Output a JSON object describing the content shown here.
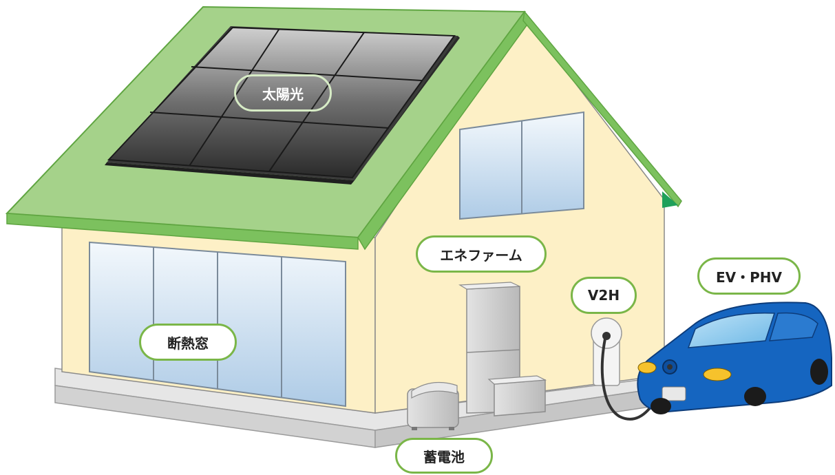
{
  "labels": {
    "solar": "太陽光",
    "ene_farm": "エネファーム",
    "v2h": "V2H",
    "ev_phv": "EV・PHV",
    "insulated_window": "断熱窓",
    "storage_battery": "蓄電池"
  },
  "colors": {
    "roof": "#a5d28a",
    "roof_edge": "#6cb24d",
    "wall": "#fdf0c6",
    "glass": "#c6dcee",
    "label_border": "#7ab648",
    "car_body": "#1565c0",
    "headlight": "#f6c22c",
    "unit_gray": "#cfcfcf"
  }
}
